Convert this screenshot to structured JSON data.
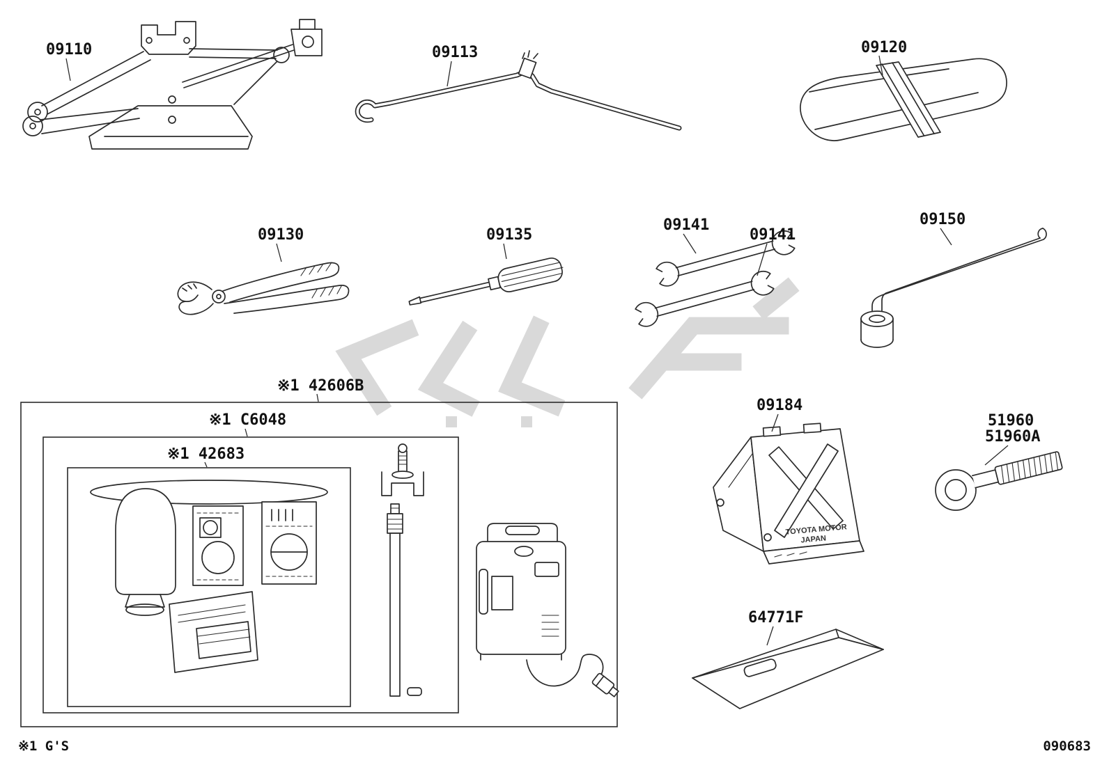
{
  "page": {
    "footnote": "※1 G'S",
    "page_code": "090683"
  },
  "parts": {
    "jack": {
      "label": "09110"
    },
    "jack_handle": {
      "label": "09113"
    },
    "tool_bag": {
      "label": "09120"
    },
    "pliers": {
      "label": "09130"
    },
    "screwdriver": {
      "label": "09135"
    },
    "wrench_upper": {
      "label": "09141"
    },
    "wrench_lower": {
      "label": "09141"
    },
    "wheel_nut_wrench": {
      "label": "09150"
    },
    "repair_kit_box": {
      "label": "※1 42606B"
    },
    "repair_kit_case": {
      "label": "※1 C6048"
    },
    "sealant_set": {
      "label": "※1 42683"
    },
    "wheel_chock": {
      "label": "09184",
      "stamp_line1": "TOYOTA MOTOR",
      "stamp_line2": "JAPAN"
    },
    "tow_eye_bolt": {
      "label_line1": "51960",
      "label_line2": "51960A"
    },
    "tool_pouch": {
      "label": "64771F"
    }
  }
}
